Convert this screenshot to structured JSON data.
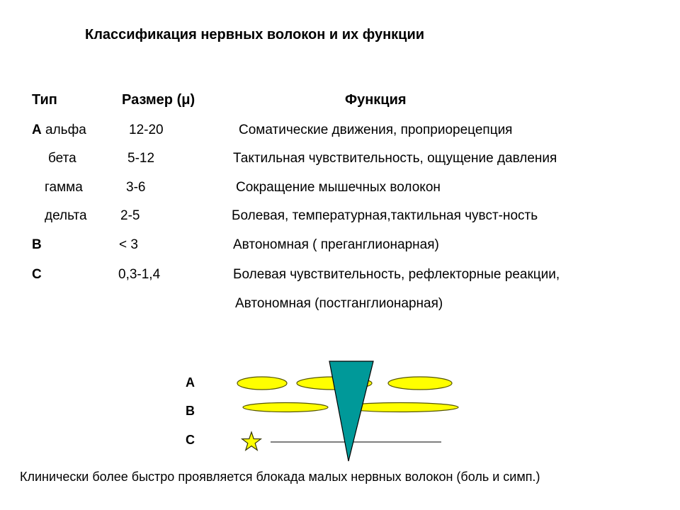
{
  "slide": {
    "title": "Классификация нервных волокон и их функции"
  },
  "table": {
    "headers": {
      "type": "Тип",
      "size": "Размер (μ)",
      "function": "Функция"
    },
    "rows": [
      {
        "group": "A",
        "subtype": "альфа",
        "size": "12-20",
        "function": "Соматические движения, проприорецепция"
      },
      {
        "group": "",
        "subtype": "бета",
        "size": "5-12",
        "function": "Тактильная чувствительность, ощущение давления"
      },
      {
        "group": "",
        "subtype": "гамма",
        "size": "3-6",
        "function": "Сокращение мышечных волокон"
      },
      {
        "group": "",
        "subtype": "дельта",
        "size": "2-5",
        "function": "Болевая, температурная,тактильная чувст-ность"
      },
      {
        "group": "B",
        "subtype": "",
        "size": "< 3",
        "function": "Автономная ( преганглионарная)"
      },
      {
        "group": "C",
        "subtype": "",
        "size": "0,3-1,4",
        "function": "Болевая чувствительность, рефлекторные реакции,"
      },
      {
        "group": "",
        "subtype": "",
        "size": "",
        "function": "Автономная (постганглионарная)"
      }
    ]
  },
  "diagram": {
    "labels": [
      "A",
      "B",
      "C"
    ],
    "fiber_color": "#ffff00",
    "fiber_outline": "#555500",
    "needle_color": "#009999",
    "star_color": "#ffff00"
  },
  "footer": {
    "text": "Клинически более быстро проявляется блокада малых нервных волокон (боль и симп.)"
  }
}
